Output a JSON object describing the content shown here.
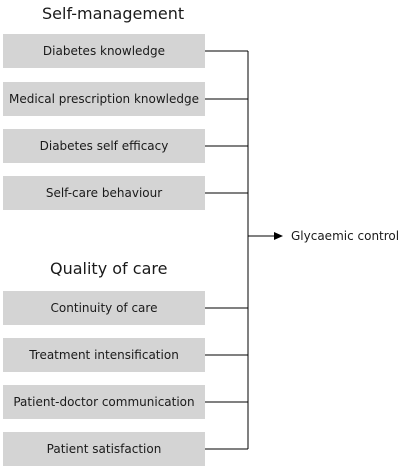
{
  "groups": [
    {
      "title": "Self-management",
      "factors": [
        "Diabetes knowledge",
        "Medical prescription knowledge",
        "Diabetes self efficacy",
        "Self-care behaviour"
      ]
    },
    {
      "title": "Quality of care",
      "factors": [
        "Continuity of care",
        "Treatment intensification",
        "Patient-doctor communication",
        "Patient satisfaction"
      ]
    }
  ],
  "outcome": "Glycaemic control",
  "colors": {
    "box_fill": "#d4d4d4",
    "line": "#000000",
    "text": "#1a1a1a"
  }
}
